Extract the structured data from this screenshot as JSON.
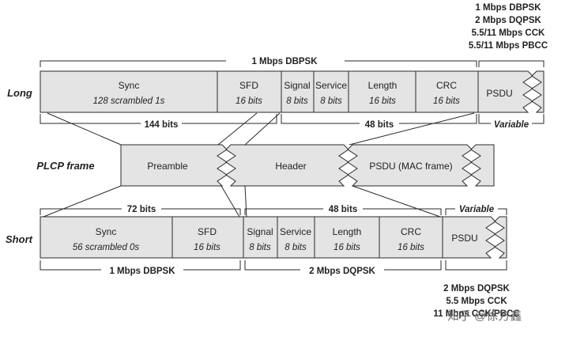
{
  "labels": {
    "long": "Long",
    "plcp_frame": "PLCP frame",
    "short": "Short"
  },
  "long_fields": {
    "sync": {
      "name": "Sync",
      "detail": "128 scrambled 1s"
    },
    "sfd": {
      "name": "SFD",
      "detail": "16 bits"
    },
    "signal": {
      "name": "Signal",
      "detail": "8 bits"
    },
    "service": {
      "name": "Service",
      "detail": "8 bits"
    },
    "length": {
      "name": "Length",
      "detail": "16 bits"
    },
    "crc": {
      "name": "CRC",
      "detail": "16 bits"
    },
    "psdu": {
      "name": "PSDU"
    }
  },
  "long_annotations": {
    "rate_top": "1 Mbps DBPSK",
    "bits_preamble": "144 bits",
    "bits_header": "48 bits",
    "psdu_size": "Variable",
    "psdu_rates": [
      "1 Mbps DBPSK",
      "2 Mbps DQPSK",
      "5.5/11 Mbps CCK",
      "5.5/11 Mbps PBCC"
    ]
  },
  "plcp_fields": {
    "preamble": "Preamble",
    "header": "Header",
    "psdu": "PSDU (MAC frame)"
  },
  "short_fields": {
    "sync": {
      "name": "Sync",
      "detail": "56 scrambled 0s"
    },
    "sfd": {
      "name": "SFD",
      "detail": "16 bits"
    },
    "signal": {
      "name": "Signal",
      "detail": "8 bits"
    },
    "service": {
      "name": "Service",
      "detail": "8 bits"
    },
    "length": {
      "name": "Length",
      "detail": "16 bits"
    },
    "crc": {
      "name": "CRC",
      "detail": "16 bits"
    },
    "psdu": {
      "name": "PSDU"
    }
  },
  "short_annotations": {
    "bits_preamble": "72 bits",
    "bits_header": "48 bits",
    "psdu_size": "Variable",
    "rate_preamble": "1 Mbps DBPSK",
    "rate_header": "2 Mbps DQPSK",
    "psdu_rates": [
      "2 Mbps DQPSK",
      "5.5 Mbps CCK",
      "11 Mbps CCK/PBCC"
    ]
  },
  "watermark": "知乎 @徐方鑫"
}
